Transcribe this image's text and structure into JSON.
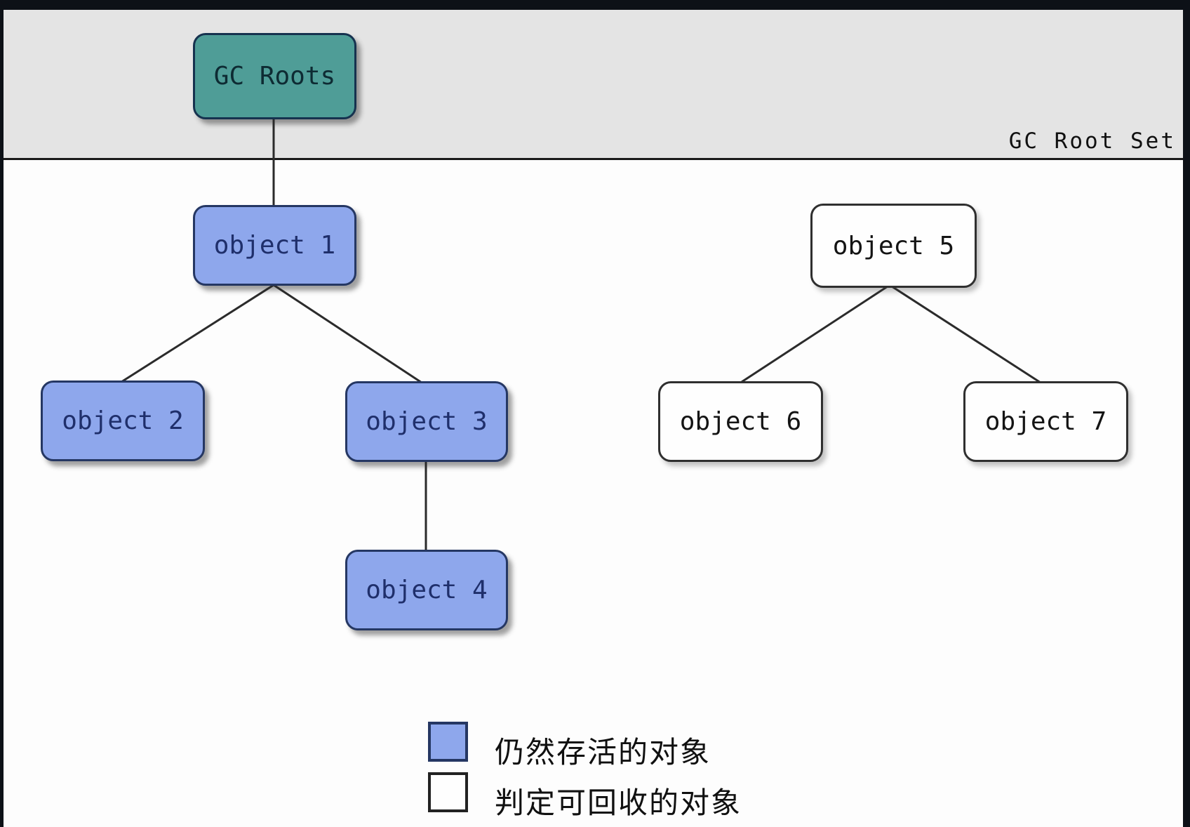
{
  "diagram": {
    "title_semantic": "GC Roots reachability diagram",
    "band_label": "GC Root Set",
    "nodes": {
      "gc_roots": {
        "label": "GC Roots",
        "kind": "root"
      },
      "object1": {
        "label": "object 1",
        "kind": "alive"
      },
      "object2": {
        "label": "object 2",
        "kind": "alive"
      },
      "object3": {
        "label": "object 3",
        "kind": "alive"
      },
      "object4": {
        "label": "object 4",
        "kind": "alive"
      },
      "object5": {
        "label": "object 5",
        "kind": "collectable"
      },
      "object6": {
        "label": "object 6",
        "kind": "collectable"
      },
      "object7": {
        "label": "object 7",
        "kind": "collectable"
      }
    },
    "edges": [
      [
        "GC Roots",
        "object 1"
      ],
      [
        "object 1",
        "object 2"
      ],
      [
        "object 1",
        "object 3"
      ],
      [
        "object 3",
        "object 4"
      ],
      [
        "object 5",
        "object 6"
      ],
      [
        "object 5",
        "object 7"
      ]
    ],
    "legend": [
      {
        "swatch": "alive",
        "label": "仍然存活的对象"
      },
      {
        "swatch": "collectable",
        "label": "判定可回收的对象"
      }
    ],
    "colors": {
      "frame_bg": "#0d1117",
      "canvas_bg": "#fdfdfd",
      "band_bg": "#e4e4e4",
      "root_fill": "#4f9d97",
      "alive_fill": "#8ea7ec",
      "dead_fill": "#fefefe",
      "edge_color": "#2b2b2b"
    }
  }
}
